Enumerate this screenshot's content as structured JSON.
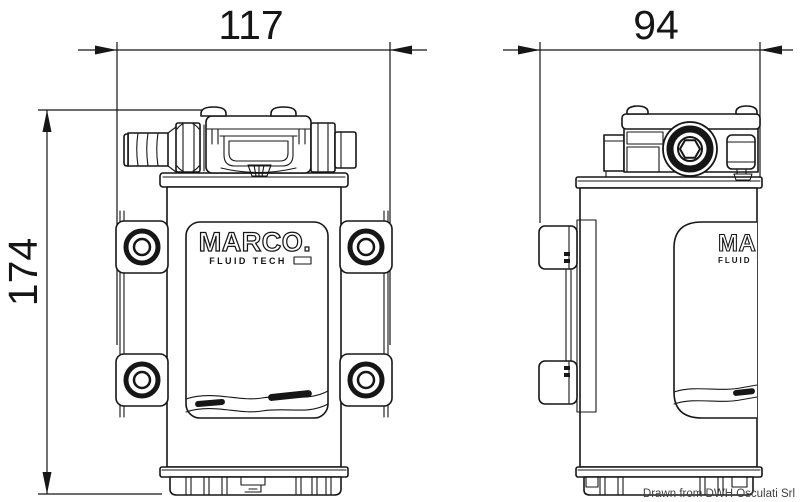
{
  "colors": {
    "background": "#ffffff",
    "line": "#161616",
    "watermark": "#3f3f3f"
  },
  "dimensions": {
    "front_width": "117",
    "side_width": "94",
    "height": "174"
  },
  "logo": {
    "brand": "MARCO.",
    "sub": "FLUID TECH"
  },
  "watermark": "Drawn from DWH Osculati Srl"
}
